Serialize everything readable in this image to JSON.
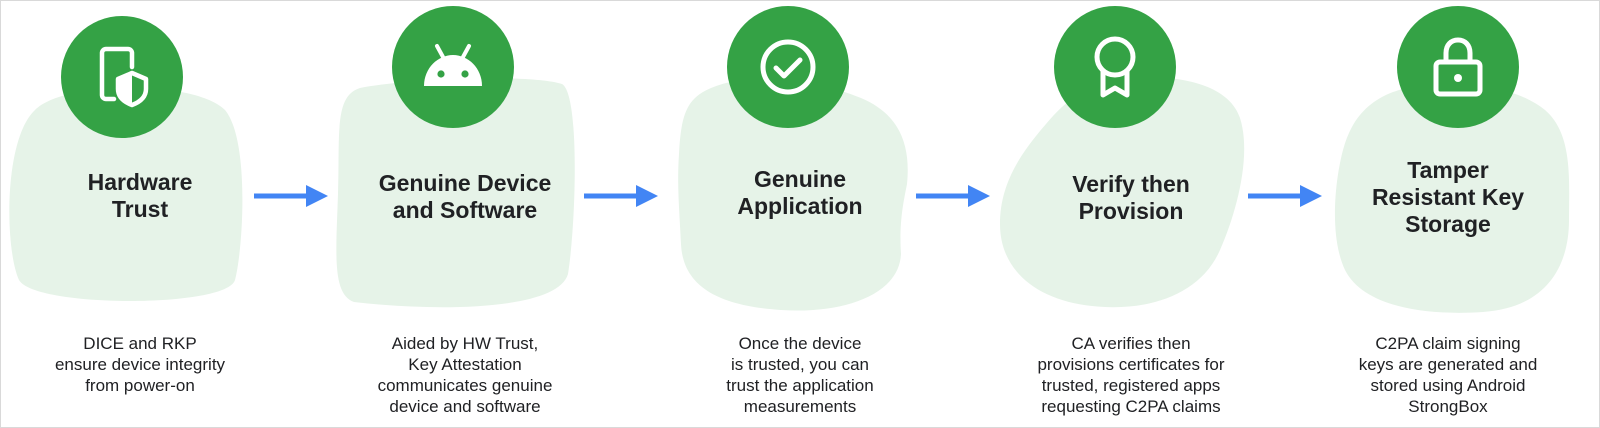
{
  "steps": [
    {
      "icon": "phone-shield-icon",
      "title": [
        "Hardware",
        "Trust"
      ],
      "description": [
        "DICE and RKP",
        "ensure device integrity",
        "from power-on"
      ]
    },
    {
      "icon": "android-icon",
      "title": [
        "Genuine Device",
        "and Software"
      ],
      "description": [
        "Aided by HW Trust,",
        "Key Attestation",
        "communicates genuine",
        "device and software"
      ]
    },
    {
      "icon": "check-circle-icon",
      "title": [
        "Genuine",
        "Application"
      ],
      "description": [
        "Once the device",
        "is trusted, you can",
        "trust the application",
        "measurements"
      ]
    },
    {
      "icon": "award-ribbon-icon",
      "title": [
        "Verify then",
        "Provision"
      ],
      "description": [
        "CA verifies then",
        "provisions certificates for",
        "trusted, registered apps",
        "requesting C2PA claims"
      ]
    },
    {
      "icon": "lock-icon",
      "title": [
        "Tamper",
        "Resistant Key",
        "Storage"
      ],
      "description": [
        "C2PA claim signing",
        "keys are generated and",
        "stored using Android",
        "StrongBox"
      ]
    }
  ],
  "colors": {
    "icon_circle": "#34a245",
    "blob": "#e6f3e8",
    "arrow": "#4285f4",
    "text": "#202124"
  }
}
